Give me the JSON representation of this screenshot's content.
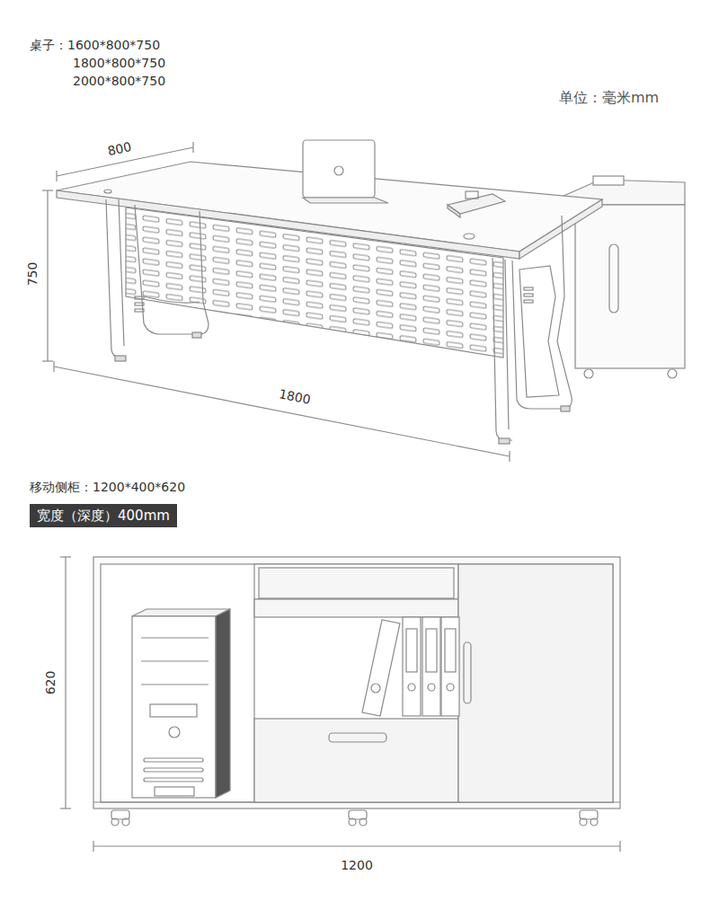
{
  "diagram": {
    "nodes": [
      {
        "text": [
          "宽度（深度）400mm"
        ]
      }
    ],
    "labels": [
      "桌子：1600*800*750",
      "1800*800*750",
      "2000*800*750",
      "单位：毫米mm",
      "800",
      "750",
      "1800",
      "移动侧柜：1200*400*620",
      "620",
      "1200"
    ]
  }
}
